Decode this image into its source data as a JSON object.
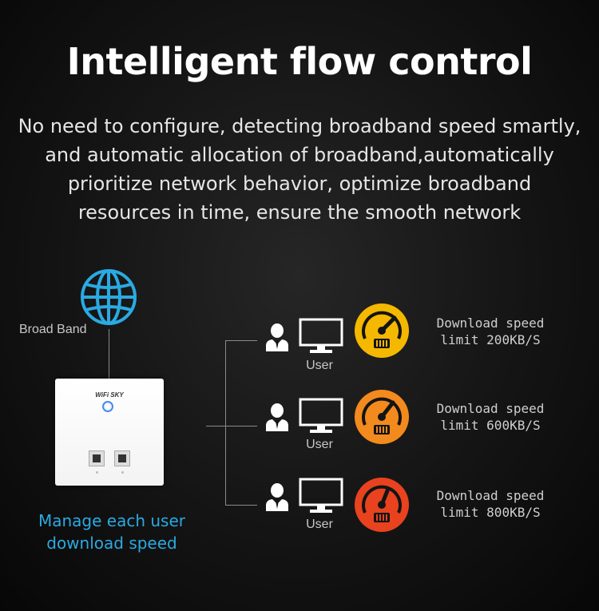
{
  "title": "Intelligent flow control",
  "description": [
    "No need to configure, detecting broadband speed smartly,",
    "and automatic allocation of broadband,automatically",
    "prioritize network behavior, optimize broadband",
    "resources in time, ensure the smooth network"
  ],
  "broadband_label": "Broad Band",
  "device_brand": "WiFi SKY",
  "manage_label": [
    "Manage each user",
    "download speed"
  ],
  "colors": {
    "accent_blue": "#2aaae2",
    "gauge_yellow": "#f5b800",
    "gauge_orange": "#f38a1e",
    "gauge_red": "#e8421f"
  },
  "users": [
    {
      "label": "User",
      "speed_line1": "Download speed",
      "speed_line2": "limit 200KB/S",
      "gauge_color": "#f5b800"
    },
    {
      "label": "User",
      "speed_line1": "Download speed",
      "speed_line2": "limit 600KB/S",
      "gauge_color": "#f38a1e"
    },
    {
      "label": "User",
      "speed_line1": "Download speed",
      "speed_line2": "limit 800KB/S",
      "gauge_color": "#e8421f"
    }
  ],
  "icons": [
    "globe-icon",
    "router-device",
    "user-icon",
    "monitor-icon",
    "speed-gauge-icon"
  ]
}
